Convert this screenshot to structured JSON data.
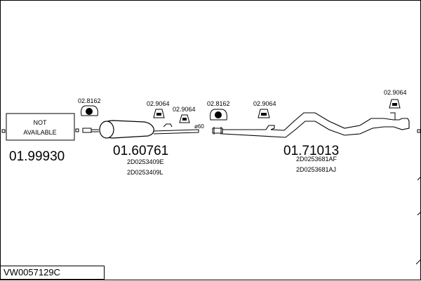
{
  "diagram": {
    "vehicle_code": "VW0057129C",
    "parts": [
      {
        "number": "01.99930",
        "status": "NOT AVAILABLE",
        "oem": []
      },
      {
        "number": "01.60761",
        "oem": [
          "2D0253409E",
          "2D0253409L"
        ]
      },
      {
        "number": "01.71013",
        "oem": [
          "2D0253681AF",
          "2D0253681AJ"
        ]
      }
    ],
    "accessories": [
      {
        "number": "02.8162"
      },
      {
        "number": "02.9064"
      },
      {
        "number": "02.9064"
      },
      {
        "number": "02.8162"
      },
      {
        "number": "02.9064"
      },
      {
        "number": "02.9064"
      }
    ],
    "pipe_diameter": "ø60"
  }
}
